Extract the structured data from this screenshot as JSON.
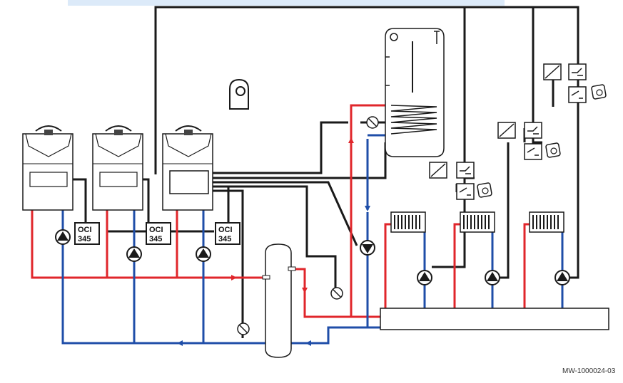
{
  "diagram": {
    "reference_code": "MW-1000024-03",
    "interface_modules": [
      {
        "line1": "OCI",
        "line2": "345"
      },
      {
        "line1": "OCI",
        "line2": "345"
      },
      {
        "line1": "OCI",
        "line2": "345"
      }
    ]
  },
  "colors": {
    "flow": "#e0262b",
    "return": "#1f4ea8",
    "control": "#1a1a1a",
    "band": "#dceaf9"
  }
}
